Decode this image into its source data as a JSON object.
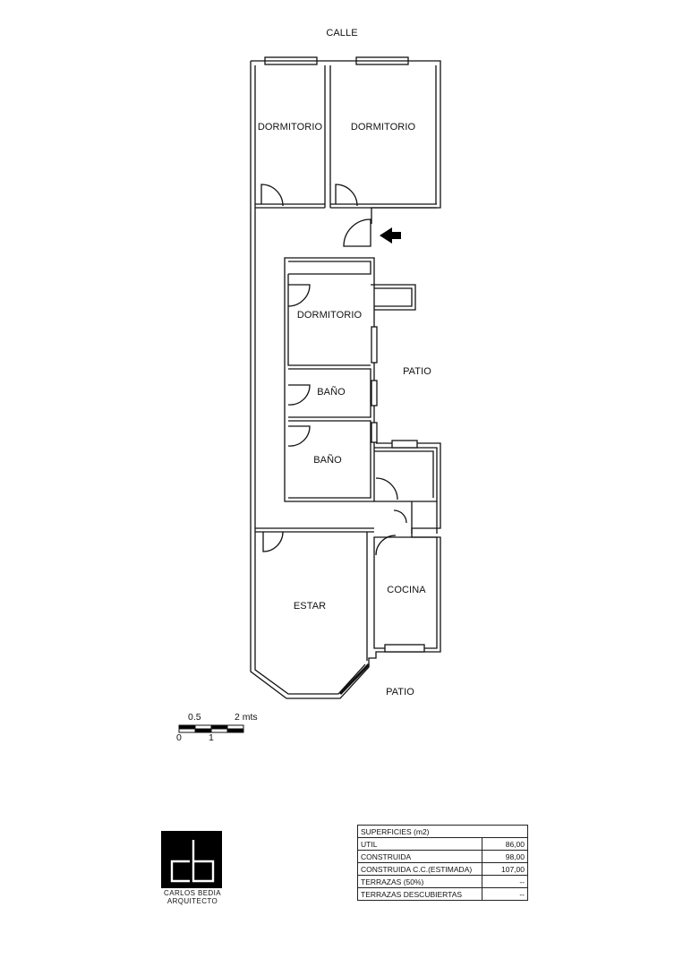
{
  "plan": {
    "labels": {
      "street": "CALLE",
      "bedroom_1": "DORMITORIO",
      "bedroom_2": "DORMITORIO",
      "bedroom_3": "DORMITORIO",
      "bath_1": "BAÑO",
      "bath_2": "BAÑO",
      "patio_1": "PATIO",
      "kitchen": "COCINA",
      "living": "ESTAR",
      "patio_2": "PATIO"
    },
    "scale": {
      "top_left": "0.5",
      "top_right": "2 mts",
      "bottom_left": "0",
      "bottom_mid": "1"
    }
  },
  "logo": {
    "line1": "CARLOS BEDIA",
    "line2": "ARQUITECTO"
  },
  "surfaces": {
    "title": "SUPERFICIES (m2)",
    "rows": [
      {
        "name": "UTIL",
        "value": "86,00"
      },
      {
        "name": "CONSTRUIDA",
        "value": "98,00"
      },
      {
        "name": "CONSTRUIDA C.C.(ESTIMADA)",
        "value": "107,00"
      },
      {
        "name": "TERRAZAS (50%)",
        "value": "--"
      },
      {
        "name": "TERRAZAS DESCUBIERTAS",
        "value": "--"
      }
    ]
  }
}
